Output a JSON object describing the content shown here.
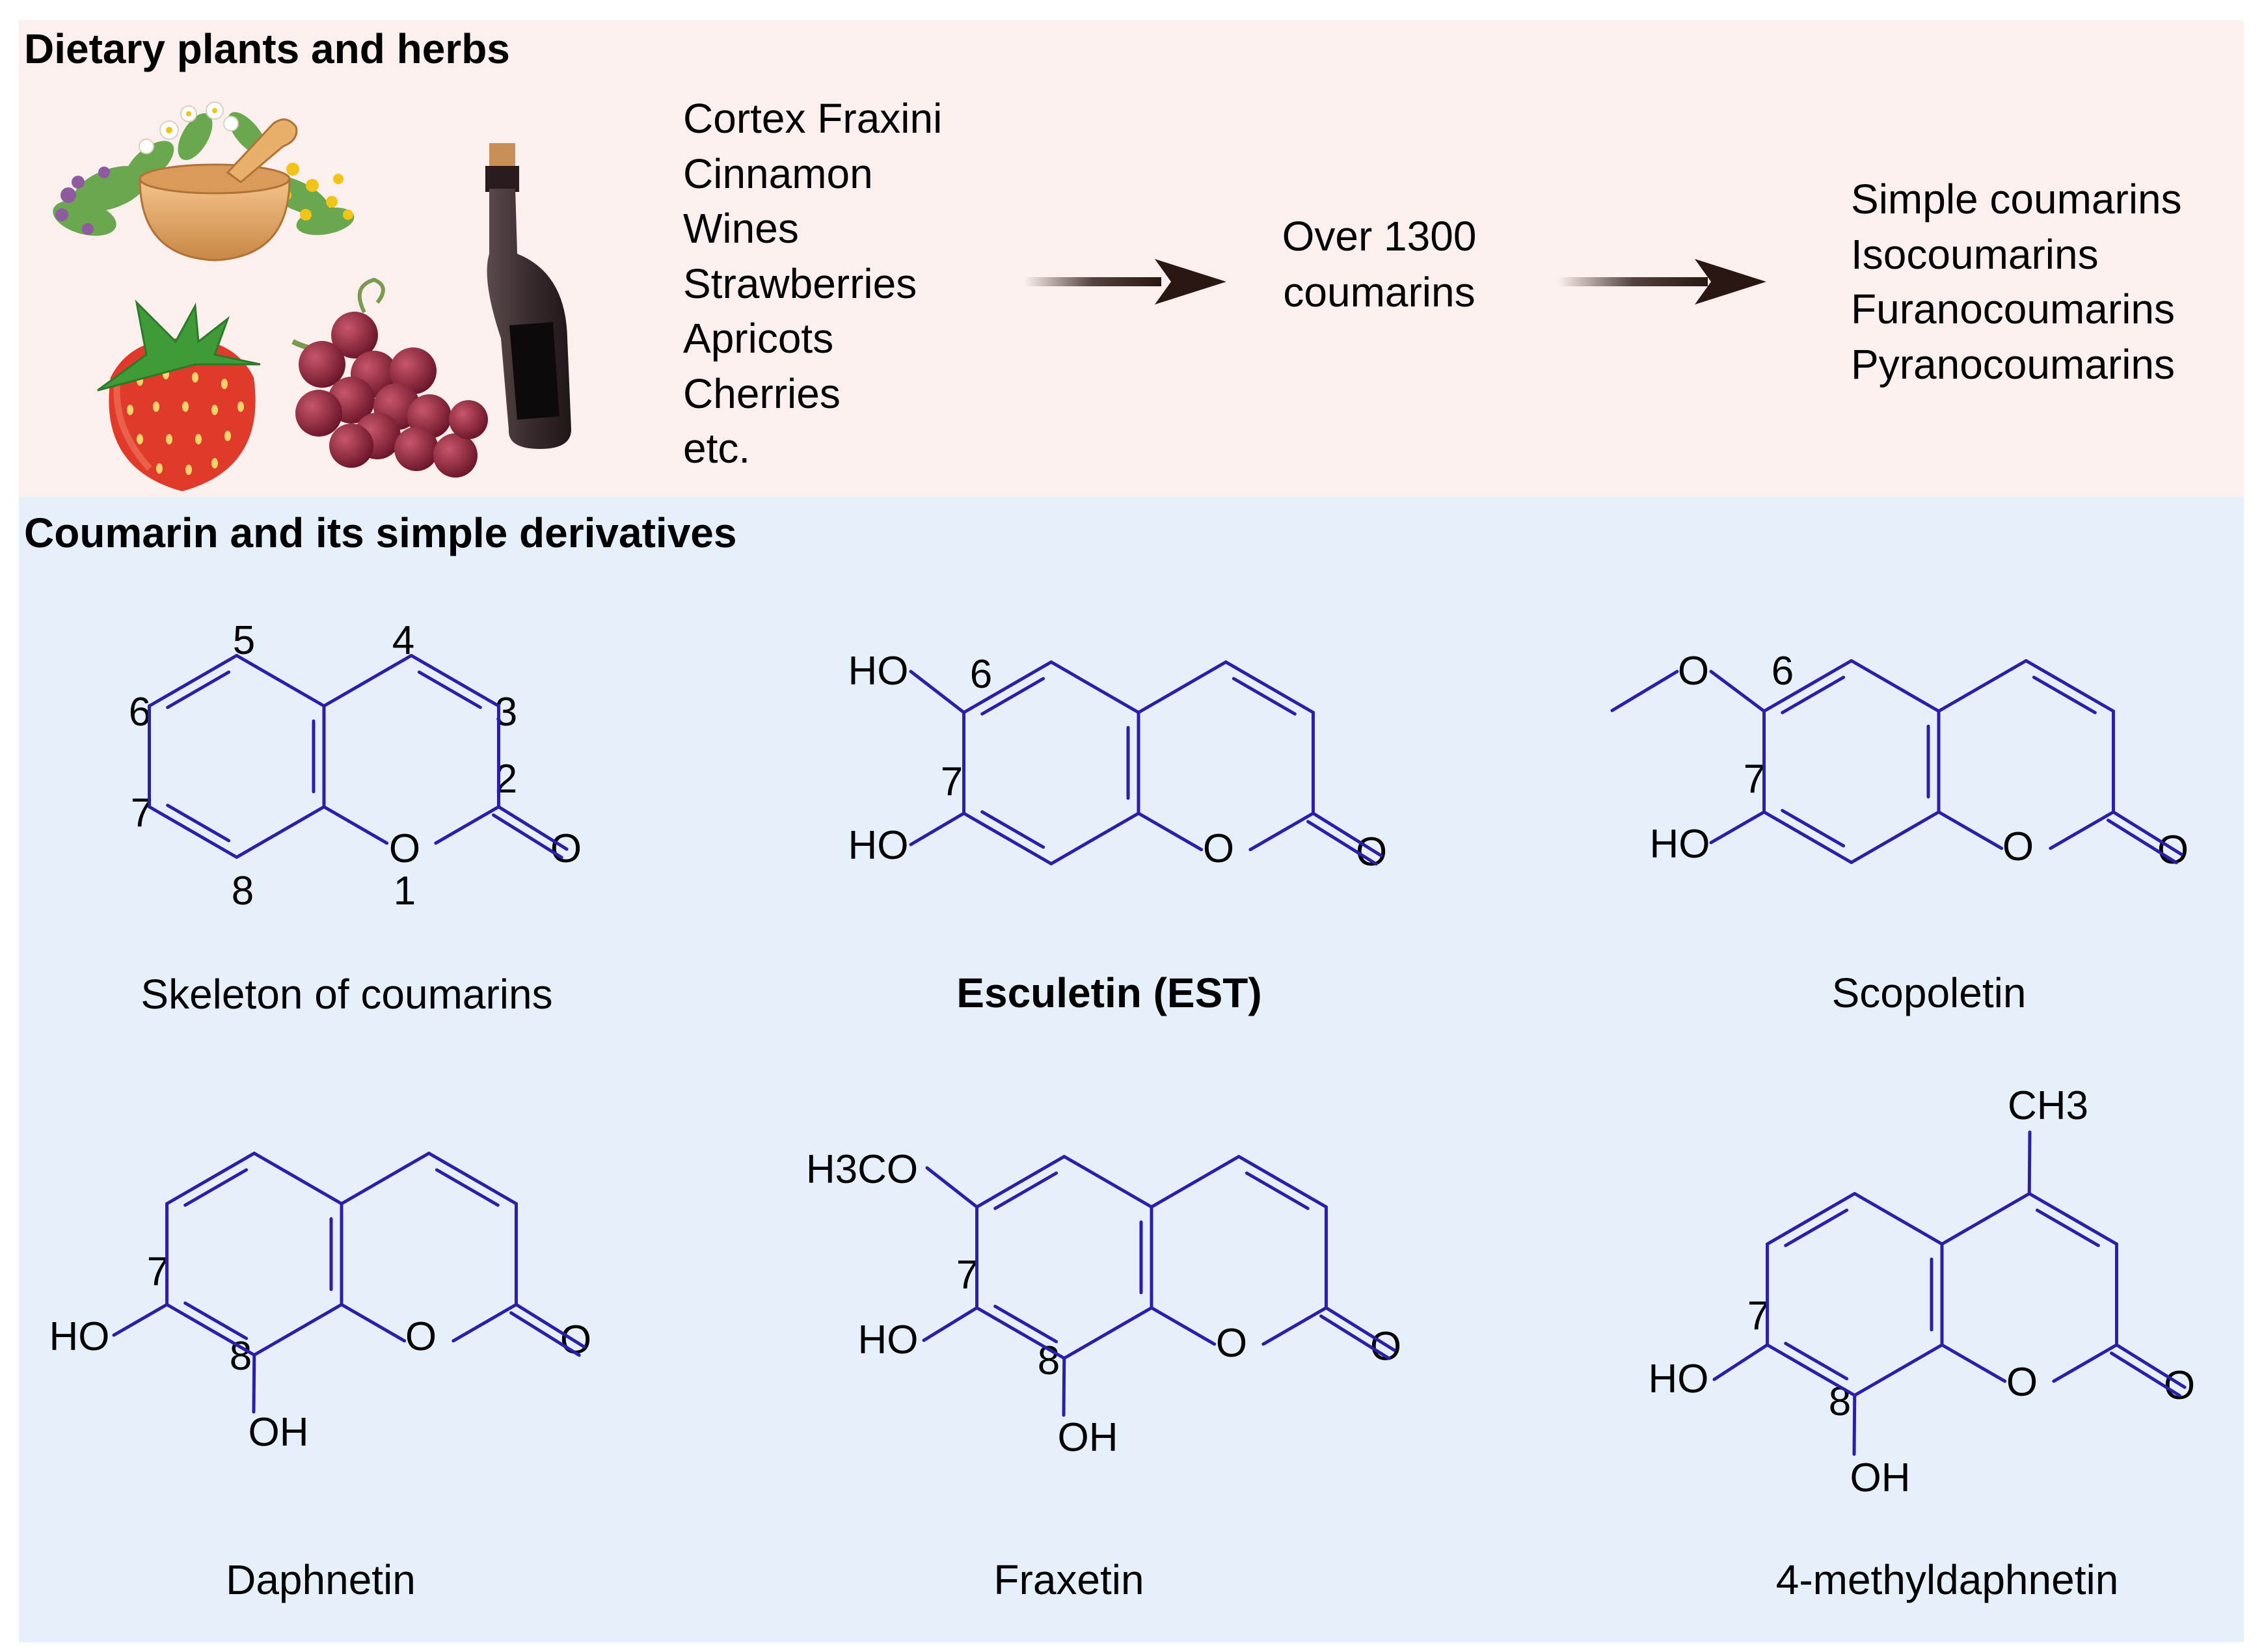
{
  "sections": {
    "top_title": "Dietary plants and herbs",
    "bottom_title": "Coumarin and its simple derivatives"
  },
  "sources": [
    "Cortex Fraxini",
    "Cinnamon",
    "Wines",
    "Strawberries",
    "Apricots",
    "Cherries",
    "etc."
  ],
  "middle": {
    "line1": "Over 1300",
    "line2": "coumarins"
  },
  "classes": [
    "Simple coumarins",
    "Isocoumarins",
    "Furanocoumarins",
    "Pyranocoumarins"
  ],
  "colors": {
    "bond": "#2a1fa8",
    "top_bg": "#fbf0ee",
    "bottom_bg": "#e6f0fa"
  },
  "icons": [
    "herbs-mortar-icon",
    "strawberry-icon",
    "grapes-icon",
    "wine-bottle-icon",
    "arrow-right-icon"
  ],
  "molecules": {
    "skeleton": {
      "name": "Skeleton of coumarins",
      "numbers": [
        "5",
        "4",
        "6",
        "3",
        "2",
        "7",
        "8",
        "1"
      ],
      "ring_o": "O",
      "carbonyl_o": "O"
    },
    "esculetin": {
      "name": "Esculetin (EST)",
      "sub_top": "HO",
      "sub_bottom": "HO",
      "num_top": "6",
      "num_bottom": "7",
      "ring_o": "O",
      "carbonyl_o": "O"
    },
    "scopoletin": {
      "name": "Scopoletin",
      "sub_top": "O",
      "sub_bottom": "HO",
      "num_top": "6",
      "num_bottom": "7",
      "ring_o": "O",
      "carbonyl_o": "O"
    },
    "daphnetin": {
      "name": "Daphnetin",
      "sub_left": "HO",
      "sub_bottom": "OH",
      "num_7": "7",
      "num_8": "8",
      "ring_o": "O",
      "carbonyl_o": "O"
    },
    "fraxetin": {
      "name": "Fraxetin",
      "sub_top": "H3CO",
      "sub_left": "HO",
      "sub_bottom": "OH",
      "num_7": "7",
      "num_8": "8",
      "ring_o": "O",
      "carbonyl_o": "O"
    },
    "methyldaphnetin": {
      "name": "4-methyldaphnetin",
      "sub_methyl": "CH3",
      "sub_left": "HO",
      "sub_bottom": "OH",
      "num_7": "7",
      "num_8": "8",
      "ring_o": "O",
      "carbonyl_o": "O"
    }
  }
}
